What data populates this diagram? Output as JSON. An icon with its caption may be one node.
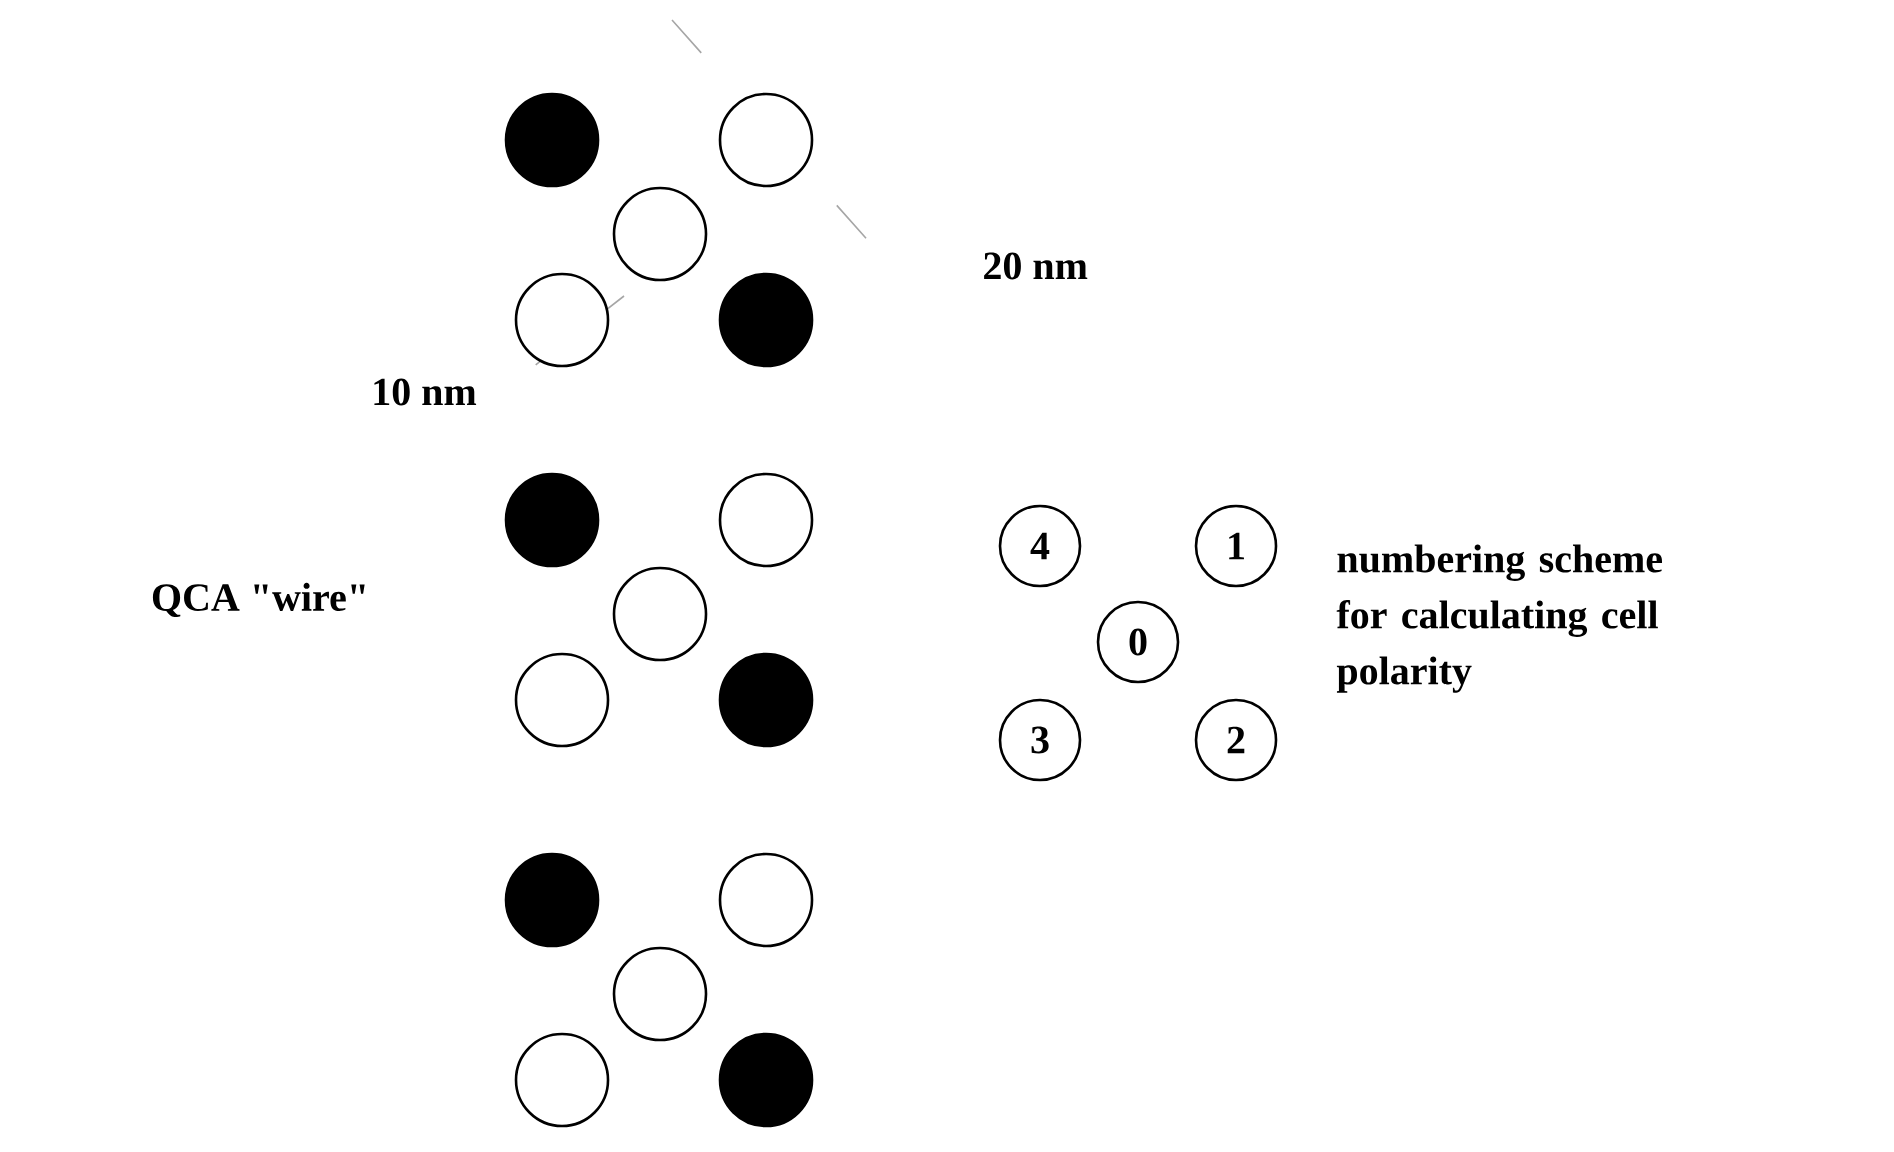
{
  "diagram": {
    "nodes": [
      {
        "text": [],
        "shape": "dot"
      },
      {
        "text": [],
        "shape": "circle"
      },
      {
        "text": [],
        "shape": "circle"
      },
      {
        "text": [],
        "shape": "circle"
      },
      {
        "text": [],
        "shape": "dot"
      },
      {
        "text": [],
        "shape": "dot"
      },
      {
        "text": [],
        "shape": "circle"
      },
      {
        "text": [],
        "shape": "circle"
      },
      {
        "text": [],
        "shape": "circle"
      },
      {
        "text": [],
        "shape": "dot"
      },
      {
        "text": [],
        "shape": "dot"
      },
      {
        "text": [],
        "shape": "circle"
      },
      {
        "text": [],
        "shape": "circle"
      },
      {
        "text": [],
        "shape": "circle"
      },
      {
        "text": [],
        "shape": "dot"
      },
      {
        "text": [
          "4"
        ]
      },
      {
        "text": [
          "1"
        ]
      },
      {
        "text": [
          "0"
        ]
      },
      {
        "text": [
          "3"
        ]
      },
      {
        "text": [
          "2"
        ]
      }
    ],
    "labels": [
      "20 nm",
      "10 nm",
      "QCA \"wire\"",
      "numbering scheme for calculating cell polarity"
    ]
  }
}
